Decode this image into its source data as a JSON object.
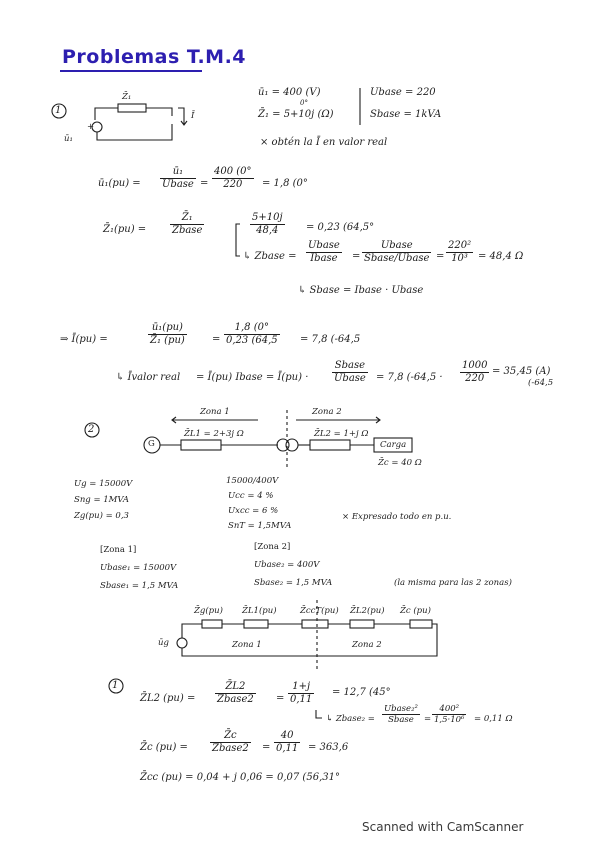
{
  "title": "Problemas T.M.4",
  "footer": "Scanned with CamScanner",
  "p1": {
    "marker": "1",
    "circ_z1": "Z̄₁",
    "circ_I": "Ī",
    "circ_u1": "ū₁",
    "circ_plus": "+",
    "given_u": "ū₁ = 400 (V)",
    "given_u_ang": "0°",
    "given_z": "Z̄₁ = 5+10j (Ω)",
    "ubase": "Ubase = 220",
    "sbase": "Sbase = 1kVA",
    "goal": "× obtén la Ī en valor real",
    "eq1_lhs": "ū₁(pu) =",
    "eq1_num": "ū₁",
    "eq1_den": "Ubase",
    "eq1_eq": "=",
    "eq1_num2": "400 (0°",
    "eq1_den2": "220",
    "eq1_res": "= 1,8 (0°",
    "eq2_lhs": "Z̄₁(pu) =",
    "eq2_num": "Z̄₁",
    "eq2_den": "Zbase",
    "eq2_num2": "5+10j",
    "eq2_den2": "48,4",
    "eq2_res": "= 0,23 (64,5°",
    "zb_lhs": "↳ Zbase =",
    "zb_n1": "Ubase",
    "zb_d1": "Ibase",
    "zb_n2": "Ubase",
    "zb_d2": "Sbase/Ubase",
    "zb_n3": "220²",
    "zb_d3": "10³",
    "zb_res": "= 48,4 Ω",
    "sbase_rel": "↳ Sbase = Ibase · Ubase",
    "eq3_lhs": "⇒ Ī(pu) =",
    "eq3_n1": "ū₁(pu)",
    "eq3_d1": "Z̄₁ (pu)",
    "eq3_n2": "1,8 (0°",
    "eq3_d2": "0,23 (64,5",
    "eq3_res": "= 7,8 (-64,5",
    "eq4_lhs": "↳ Īvalor real",
    "eq4_mid": "= Ī(pu) Ibase = Ī(pu) ·",
    "eq4_n1": "Sbase",
    "eq4_d1": "Ubase",
    "eq4_mid2": "= 7,8 (-64,5 ·",
    "eq4_n2": "1000",
    "eq4_d2": "220",
    "eq4_res": "= 35,45 (A)",
    "eq4_res_ang": "(-64,5"
  },
  "p2": {
    "marker": "2",
    "zona1": "Zona 1",
    "zona2": "Zona 2",
    "gen": "G",
    "zl1": "Z̄L1 = 2+3j Ω",
    "zl2": "Z̄L2 = 1+j Ω",
    "carga": "Carga",
    "zc": "Z̄c = 40 Ω",
    "ug": "Ug = 15000V",
    "sng": "Sng = 1MVA",
    "zgpu": "Zg(pu) = 0,3",
    "trafo": "15000/400V",
    "ucc": "Ucc = 4 %",
    "uxcc": "Uxcc = 6 %",
    "snt": "SnT = 1,5MVA",
    "note": "× Expresado todo en p.u.",
    "z1_title": "[Zona 1]",
    "z1_ub": "Ubase₁ = 15000V",
    "z1_sb": "Sbase₁ = 1,5 MVA",
    "z2_title": "[Zona 2]",
    "z2_ub": "Ubase₂ = 400V",
    "z2_sb": "Sbase₂ = 1,5 MVA",
    "z2_note": "(la misma para las 2 zonas)",
    "pu_zg": "Z̄g(pu)",
    "pu_zl1": "Z̄L1(pu)",
    "pu_zcc": "Z̄ccT(pu)",
    "pu_zl2": "Z̄L2(pu)",
    "pu_zc": "Z̄c (pu)",
    "pu_ug": "ūg",
    "pu_zona1": "Zona 1",
    "pu_zona2": "Zona 2",
    "step": "1",
    "r1_lhs": "Z̄L2 (pu) =",
    "r1_n1": "Z̄L2",
    "r1_d1": "Zbase2",
    "r1_n2": "1+j",
    "r1_d2": "0,11",
    "r1_res": "= 12,7 (45°",
    "r1_zb": "↳ Zbase₂ =",
    "r1_zb_n": "Ubase₂²",
    "r1_zb_d": "Sbase",
    "r1_zb_n2": "400²",
    "r1_zb_d2": "1,5·10⁶",
    "r1_zb_res": "= 0,11 Ω",
    "r2_lhs": "Z̄c (pu) =",
    "r2_n1": "Z̄c",
    "r2_d1": "Zbase2",
    "r2_n2": "40",
    "r2_d2": "0,11",
    "r2_res": "= 363,6",
    "r3": "Z̄cc (pu) = 0,04 + j 0,06 = 0,07 (56,31°"
  }
}
